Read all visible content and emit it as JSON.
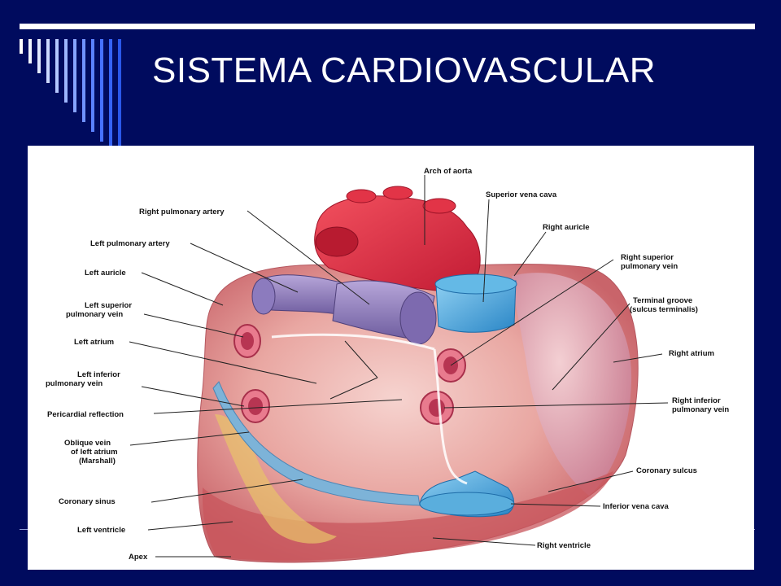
{
  "slide": {
    "title": "SISTEMA CARDIOVASCULAR",
    "background_color": "#000B5E",
    "accent_color": "#FFFFFF"
  },
  "diagram": {
    "labels": {
      "arch_of_aorta": "Arch of aorta",
      "superior_vena_cava": "Superior vena cava",
      "right_pulmonary_artery": "Right pulmonary artery",
      "right_auricle": "Right auricle",
      "left_pulmonary_artery": "Left pulmonary artery",
      "left_auricle": "Left auricle",
      "right_superior_pulmonary_vein_l1": "Right superior",
      "right_superior_pulmonary_vein_l2": "pulmonary vein",
      "left_superior_pulmonary_vein_l1": "Left superior",
      "left_superior_pulmonary_vein_l2": "pulmonary vein",
      "terminal_groove_l1": "Terminal groove",
      "terminal_groove_l2": "(sulcus terminalis)",
      "left_atrium": "Left atrium",
      "right_atrium": "Right atrium",
      "left_inferior_pulmonary_vein_l1": "Left inferior",
      "left_inferior_pulmonary_vein_l2": "pulmonary vein",
      "right_inferior_pulmonary_vein_l1": "Right inferior",
      "right_inferior_pulmonary_vein_l2": "pulmonary vein",
      "pericardial_reflection": "Pericardial reflection",
      "oblique_vein_l1": "Oblique vein",
      "oblique_vein_l2": "of left atrium",
      "oblique_vein_l3": "(Marshall)",
      "coronary_sulcus": "Coronary sulcus",
      "coronary_sinus": "Coronary sinus",
      "inferior_vena_cava": "Inferior vena cava",
      "left_ventricle": "Left ventricle",
      "right_ventricle": "Right ventricle",
      "apex": "Apex"
    }
  }
}
